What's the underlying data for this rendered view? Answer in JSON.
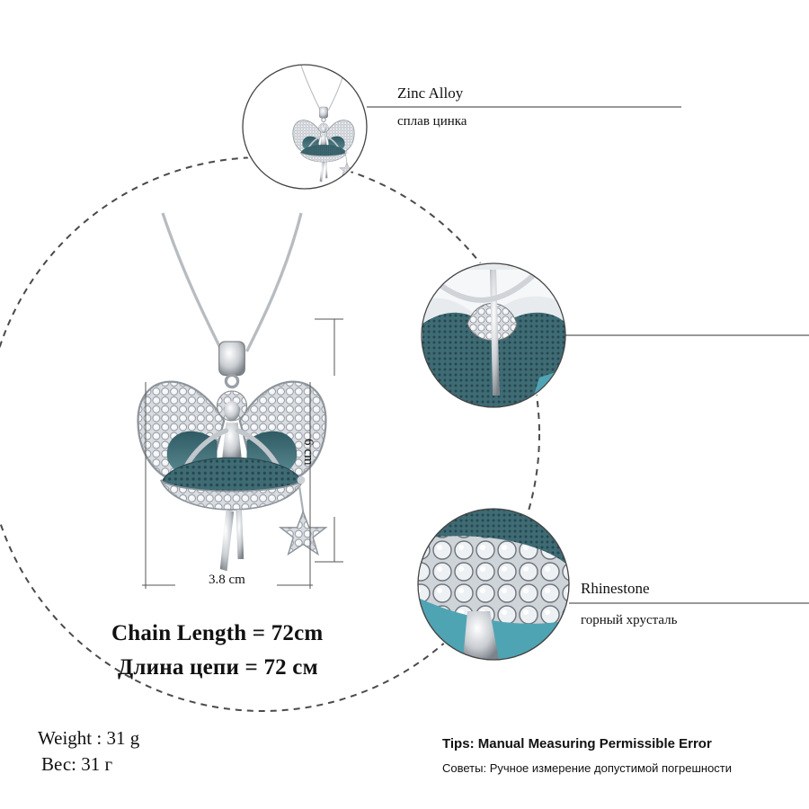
{
  "materials": {
    "zinc": {
      "en": "Zinc Alloy",
      "ru": "сплав цинка"
    },
    "rhinestone": {
      "en": "Rhinestone",
      "ru": "горный хрусталь"
    }
  },
  "dimensions": {
    "height": "6 cm",
    "width": "3.8 cm"
  },
  "chain": {
    "en": "Chain Length = 72cm",
    "ru": "Длина цепи = 72 см"
  },
  "weight": {
    "en": "Weight : 31 g",
    "ru": "Вес: 31 г"
  },
  "tips": {
    "en": "Tips: Manual Measuring Permissible Error",
    "ru": "Советы: Ручное измерение допустимой погрешности"
  },
  "colors": {
    "enamel": "#3f6f78",
    "silver": "#c9cdd2",
    "accent_bg": "#4fa4b4"
  }
}
